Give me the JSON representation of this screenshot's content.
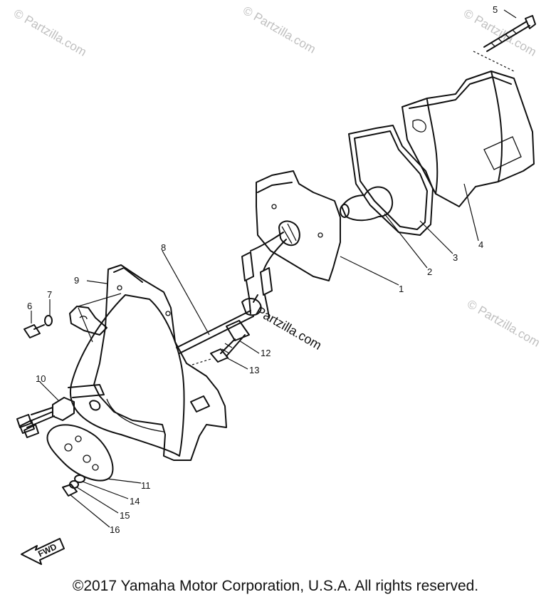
{
  "callouts": [
    "1",
    "2",
    "3",
    "4",
    "5",
    "6",
    "7",
    "8",
    "9",
    "10",
    "11",
    "12",
    "13",
    "14",
    "15",
    "16"
  ],
  "fwd_label": "FWD",
  "watermark": "© Partzilla.com",
  "watermark_mid": "Partzilla.com",
  "copyright": "©2017 Yamaha Motor Corporation, U.S.A. All rights reserved."
}
